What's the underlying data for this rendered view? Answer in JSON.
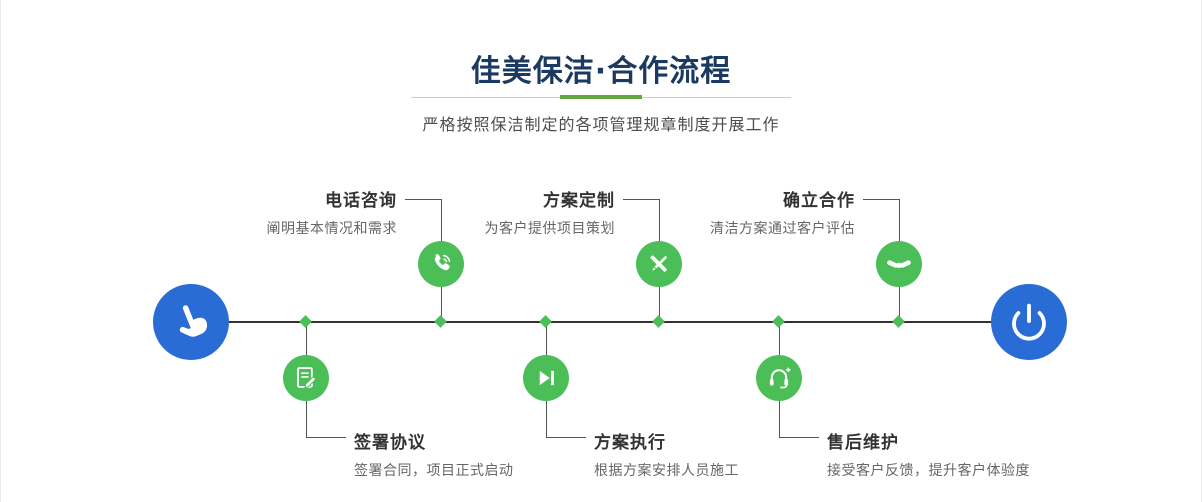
{
  "header": {
    "title": "佳美保洁·合作流程",
    "subtitle": "严格按照保洁制定的各项管理规章制度开展工作"
  },
  "colors": {
    "primary_blue": "#2a6cd5",
    "accent_green": "#4cbe58",
    "divider_green": "#63a73d",
    "title_navy": "#1b3a61"
  },
  "timeline": {
    "start_icon": "pointing-hand",
    "end_icon": "power",
    "top_steps": [
      {
        "title": "电话咨询",
        "desc": "阐明基本情况和需求",
        "icon": "phone-icon"
      },
      {
        "title": "方案定制",
        "desc": "为客户提供项目策划",
        "icon": "design-tools-icon"
      },
      {
        "title": "确立合作",
        "desc": "清洁方案通过客户评估",
        "icon": "handshake-icon"
      }
    ],
    "bottom_steps": [
      {
        "title": "签署协议",
        "desc": "签署合同，项目正式启动",
        "icon": "contract-icon"
      },
      {
        "title": "方案执行",
        "desc": "根据方案安排人员施工",
        "icon": "execute-icon"
      },
      {
        "title": "售后维护",
        "desc": "接受客户反馈，提升客户体验度",
        "icon": "headset-icon"
      }
    ]
  }
}
